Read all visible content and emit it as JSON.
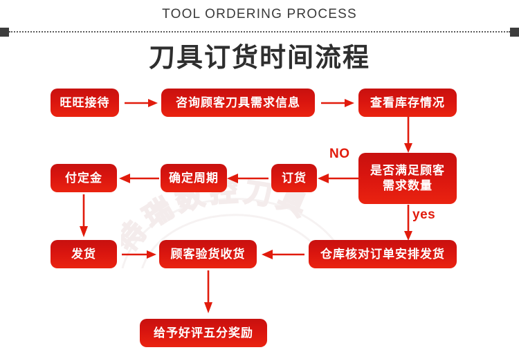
{
  "header": {
    "english_title": "TOOL ORDERING PROCESS",
    "chinese_title": "刀具订货时间流程"
  },
  "watermark": {
    "text": "特瑞数控刀具"
  },
  "colors": {
    "node_top": "#c8110f",
    "node_bottom": "#ea2310",
    "arrow": "#e11b0c",
    "title": "#2e2e2e",
    "background": "#ffffff"
  },
  "flow": {
    "nodes": [
      {
        "id": "n1",
        "label": "旺旺接待"
      },
      {
        "id": "n2",
        "label": "咨询顾客刀具需求信息"
      },
      {
        "id": "n3",
        "label": "查看库存情况"
      },
      {
        "id": "n4",
        "label_line1": "是否满足顾客",
        "label_line2": "需求数量"
      },
      {
        "id": "n5",
        "label": "订货"
      },
      {
        "id": "n6",
        "label": "确定周期"
      },
      {
        "id": "n7",
        "label": "付定金"
      },
      {
        "id": "n8",
        "label": "发货"
      },
      {
        "id": "n9",
        "label": "顾客验货收货"
      },
      {
        "id": "n10",
        "label": "仓库核对订单安排发货"
      },
      {
        "id": "n11",
        "label": "给予好评五分奖励"
      }
    ],
    "edge_labels": {
      "no": "NO",
      "yes": "yes"
    }
  }
}
